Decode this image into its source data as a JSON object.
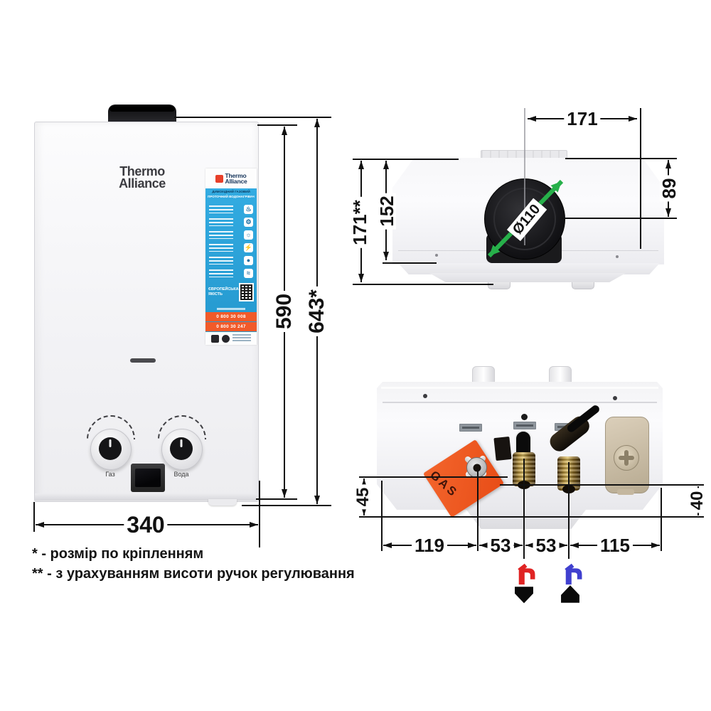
{
  "views": {
    "front": {
      "brand_line1": "Thermo",
      "brand_line2": "Alliance",
      "knob_gas_label": "Газ",
      "knob_water_label": "Вода",
      "dim_width": "340",
      "dim_height_body": "590",
      "dim_height_mount": "643*"
    },
    "label": {
      "brand_line1": "Thermo",
      "brand_line2": "Alliance",
      "type_line1": "ДИМОХІДНИЙ ГАЗОВИЙ",
      "type_line2": "ПРОТОЧНИЙ ВОДОНАГРІВАЧ",
      "quality_line1": "ЄВРОПЕЙСЬКА",
      "quality_line2": "ЯКІСТЬ",
      "phone1": "0 800 30 008",
      "phone2": "0 800 30 247",
      "features": [
        {
          "name": "heat-exchanger-icon",
          "glyph": "♨"
        },
        {
          "name": "burner-icon",
          "glyph": "⚙"
        },
        {
          "name": "ignition-icon",
          "glyph": "☼"
        },
        {
          "name": "power-icon",
          "glyph": "⚡"
        },
        {
          "name": "safety-icon",
          "glyph": "●"
        },
        {
          "name": "water-flow-icon",
          "glyph": "≈"
        }
      ]
    },
    "top": {
      "dim_flue_offset_x": "171",
      "dim_flue_offset_y": "89",
      "dim_depth_body": "152",
      "dim_depth_total": "171**",
      "dim_flue_diameter": "Ø110"
    },
    "bottom": {
      "dim_gas_height": "45",
      "dim_water_height": "40",
      "dim_seg_119": "119",
      "dim_seg_53a": "53",
      "dim_seg_53b": "53",
      "dim_seg_115": "115",
      "sticker_gas": "GAS"
    }
  },
  "footnotes": {
    "line1": "* - розмір по кріпленням",
    "line2": "** - з урахуванням висоти ручок регулювання"
  },
  "colors": {
    "label_blue": "#2aa6de",
    "phone_orange": "#f15a29",
    "gas_sticker_orange": "#f0561f",
    "diameter_arrow_green": "#27b04a",
    "hot_faucet_red": "#e02424",
    "cold_faucet_blue": "#4040cf",
    "dimension_line": "#111111"
  }
}
